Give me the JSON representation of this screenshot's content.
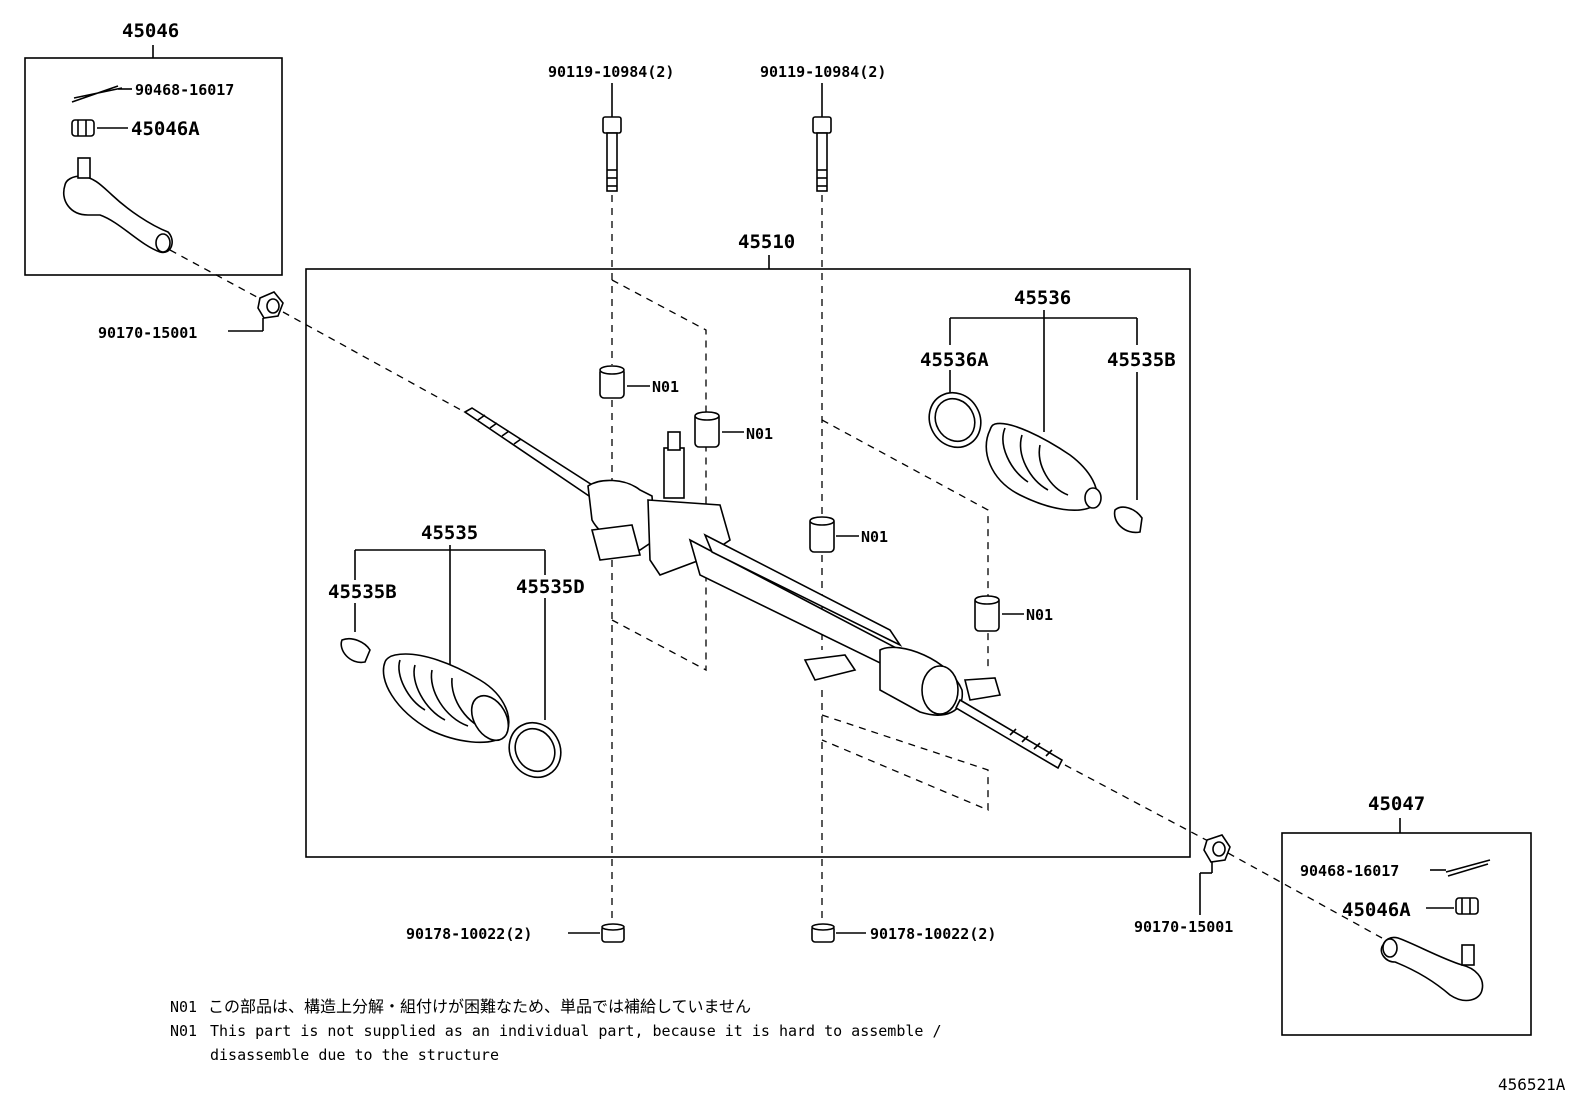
{
  "labels": {
    "tie_end_left_assy": "45046",
    "cotter_pin_left": "90468-16017",
    "nut_left": "45046A",
    "lock_nut_left": "90170-15001",
    "bolt_left": "90119-10984(2)",
    "bolt_right": "90119-10984(2)",
    "gear_assy": "45510",
    "boot_set_right": "45536",
    "boot_clip_right": "45536A",
    "boot_clamp_right": "45535B",
    "boot_set_left": "45535",
    "boot_clamp_left": "45535B",
    "boot_clip_left": "45535D",
    "bushing_1": "N01",
    "bushing_2": "N01",
    "bushing_3": "N01",
    "bushing_4": "N01",
    "nut_bottom_left": "90178-10022(2)",
    "nut_bottom_right": "90178-10022(2)",
    "tie_end_right_assy": "45047",
    "cotter_pin_right": "90468-16017",
    "nut_right": "45046A",
    "lock_nut_right": "90170-15001",
    "illustration_number": "456521A"
  },
  "notes": {
    "code_1": "N01",
    "japanese": "この部品は、構造上分解・組付けが困難なため、単品では補給していません",
    "code_2": "N01",
    "english_line_1": "This part is not supplied as an individual part, because it is hard to assemble /",
    "english_line_2": "disassemble due to the structure"
  }
}
